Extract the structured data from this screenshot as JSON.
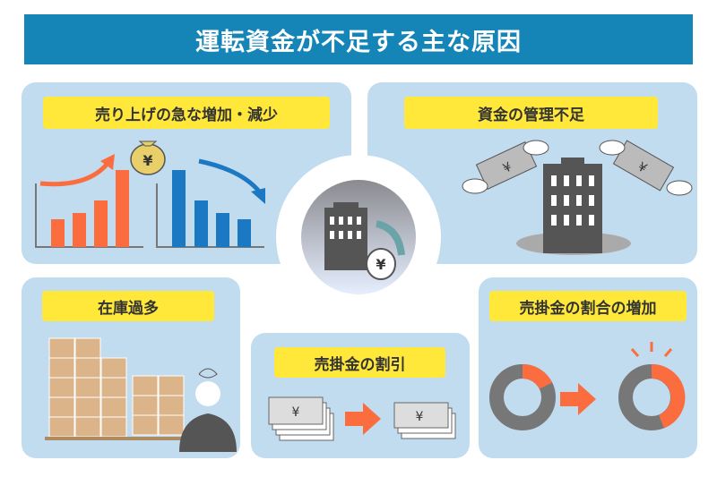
{
  "title": "運転資金が不足する主な原因",
  "causes": [
    {
      "label": "売り上げの急な増加・減少"
    },
    {
      "label": "資金の管理不足"
    },
    {
      "label": "在庫過多"
    },
    {
      "label": "売掛金の割引"
    },
    {
      "label": "売掛金の割合の増加"
    }
  ],
  "icons": {
    "yen": "¥"
  },
  "colors": {
    "title_bg": "#1585b8",
    "panel_bg": "#c1dbef",
    "label_bg": "#ffe83a",
    "orange": "#fb6d3f",
    "blue": "#1b78c2",
    "gray": "#555555"
  }
}
